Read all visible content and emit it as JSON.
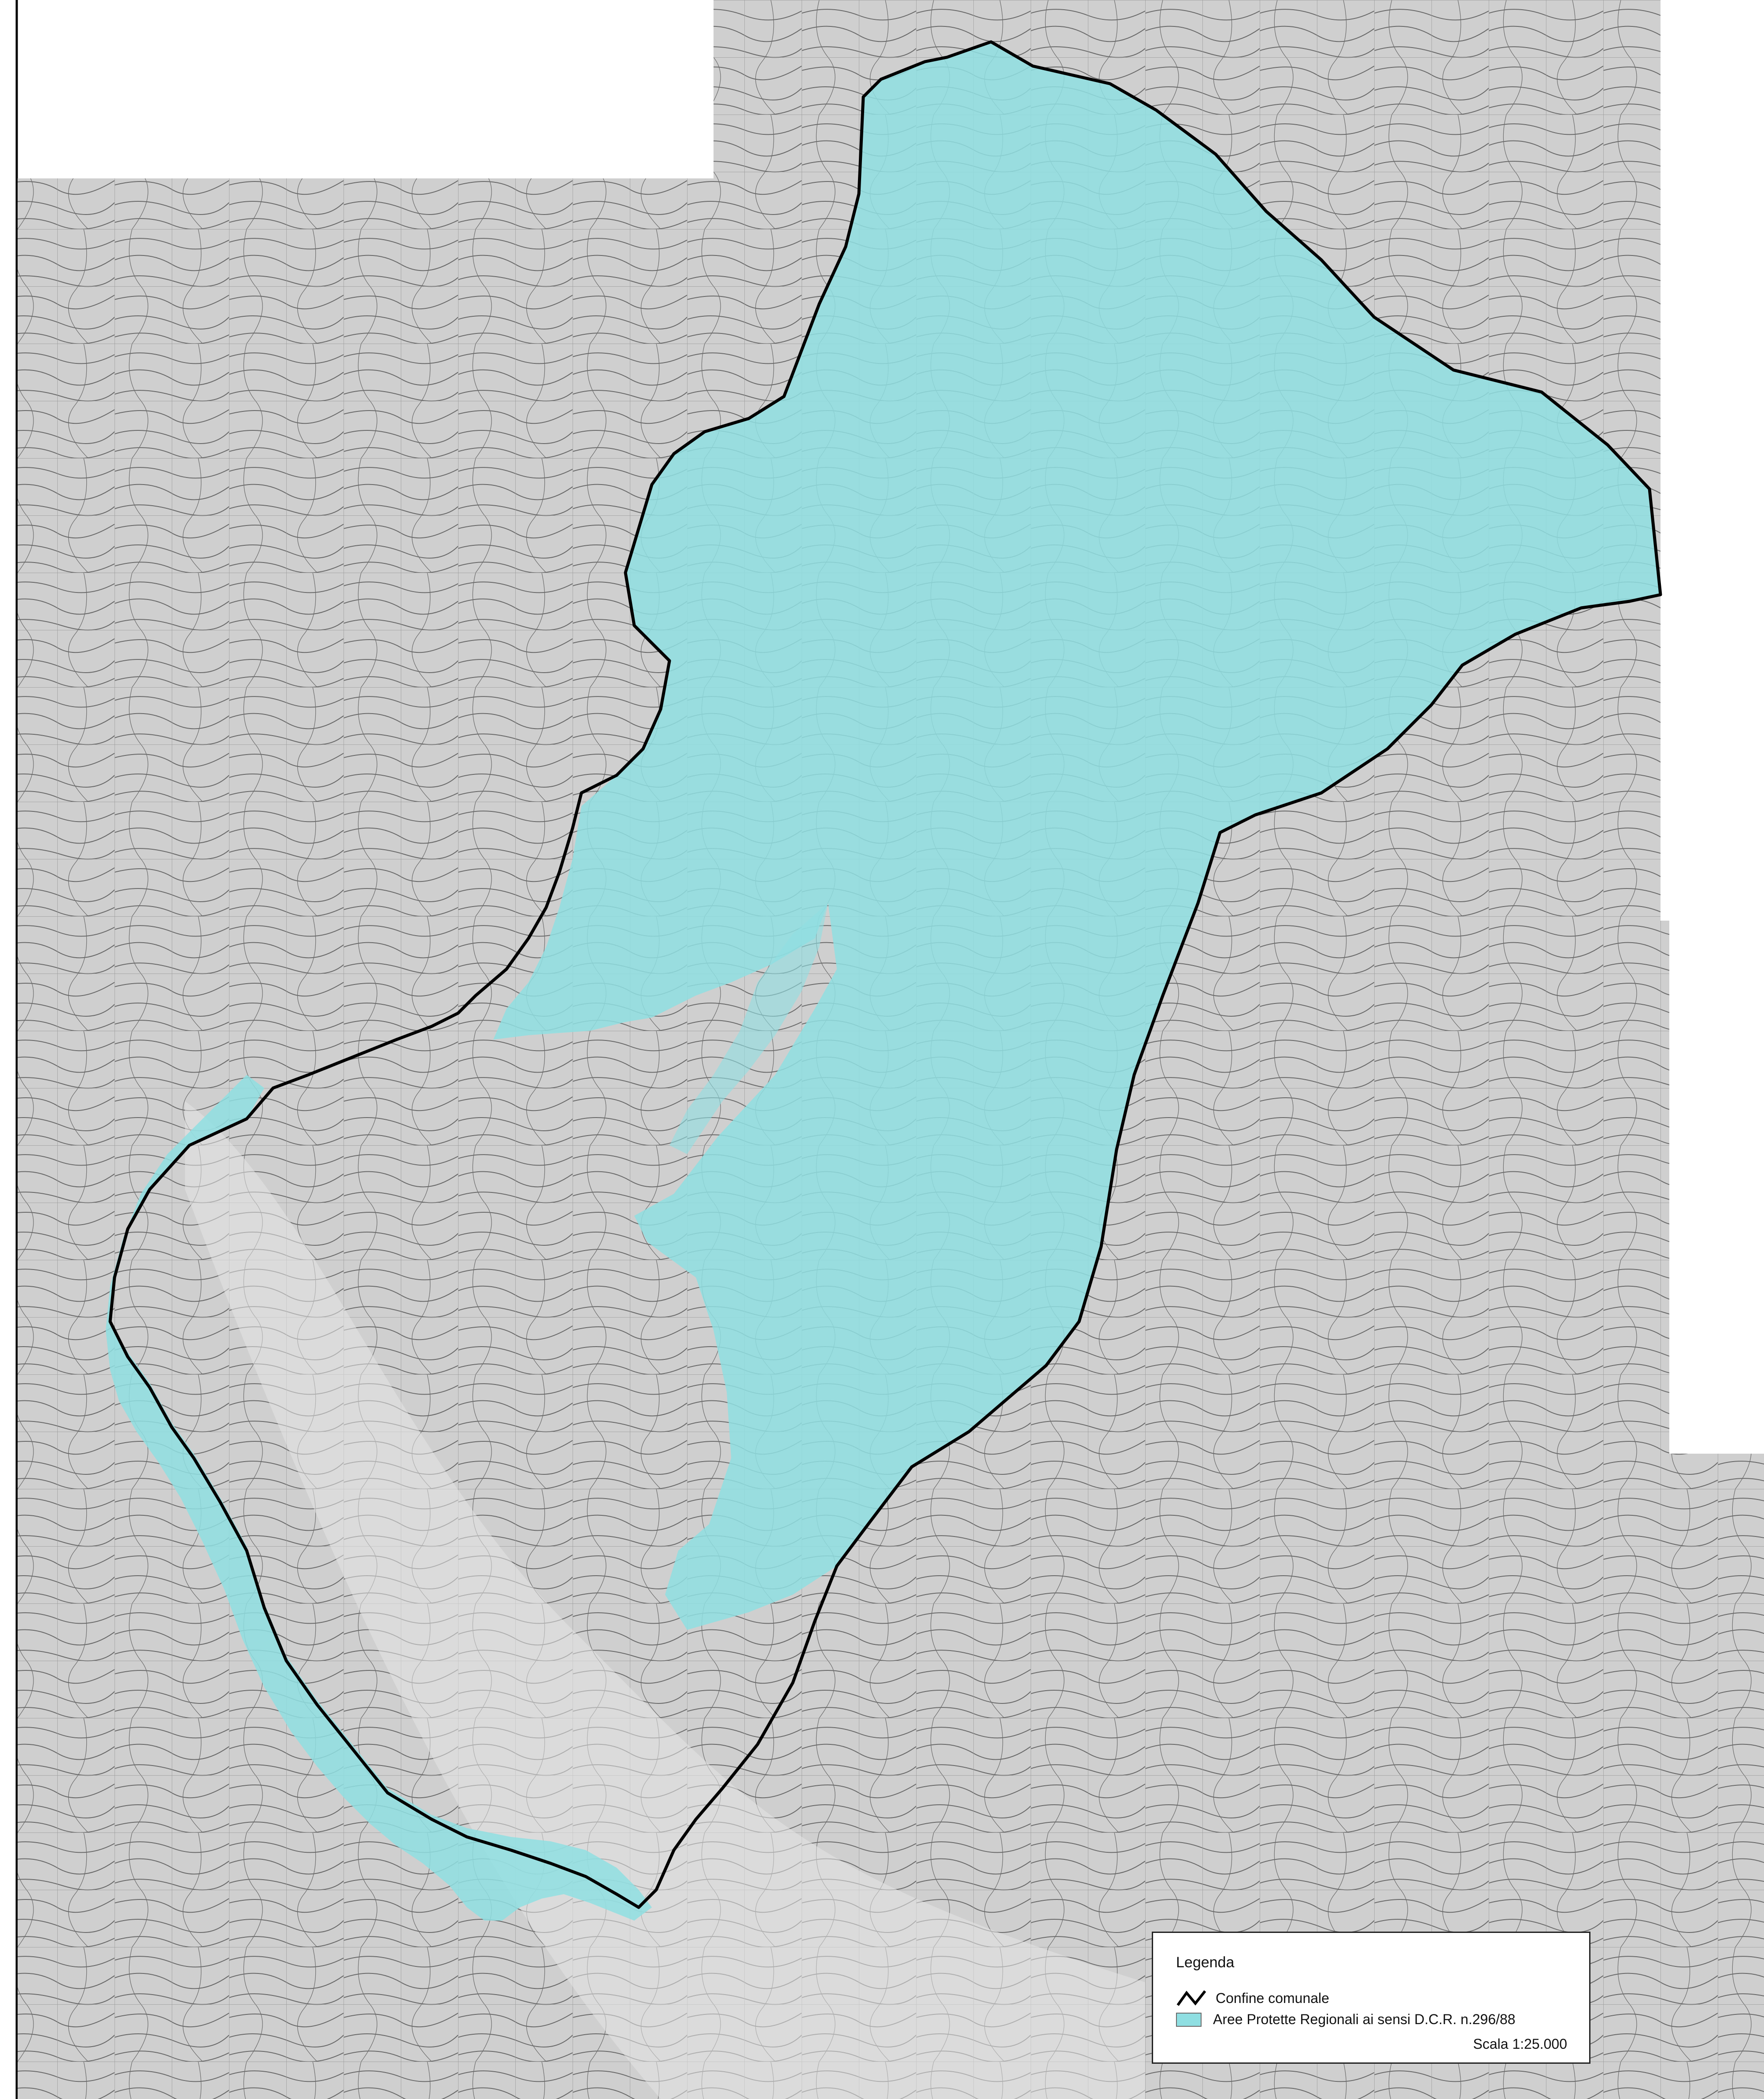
{
  "map": {
    "colors": {
      "background": "#ffffff",
      "topo_base": "#cfcfcf",
      "contour": "#6a6a6a",
      "protected_fill": "#8fdfe2",
      "boundary": "#000000"
    }
  },
  "legend": {
    "title": "Legenda",
    "items": [
      {
        "symbol": "boundary-line-icon",
        "label": "Confine comunale"
      },
      {
        "symbol": "protected-area-swatch",
        "label": "Aree Protette Regionali ai sensi D.C.R. n.296/88"
      }
    ],
    "scale": "Scala 1:25.000"
  }
}
